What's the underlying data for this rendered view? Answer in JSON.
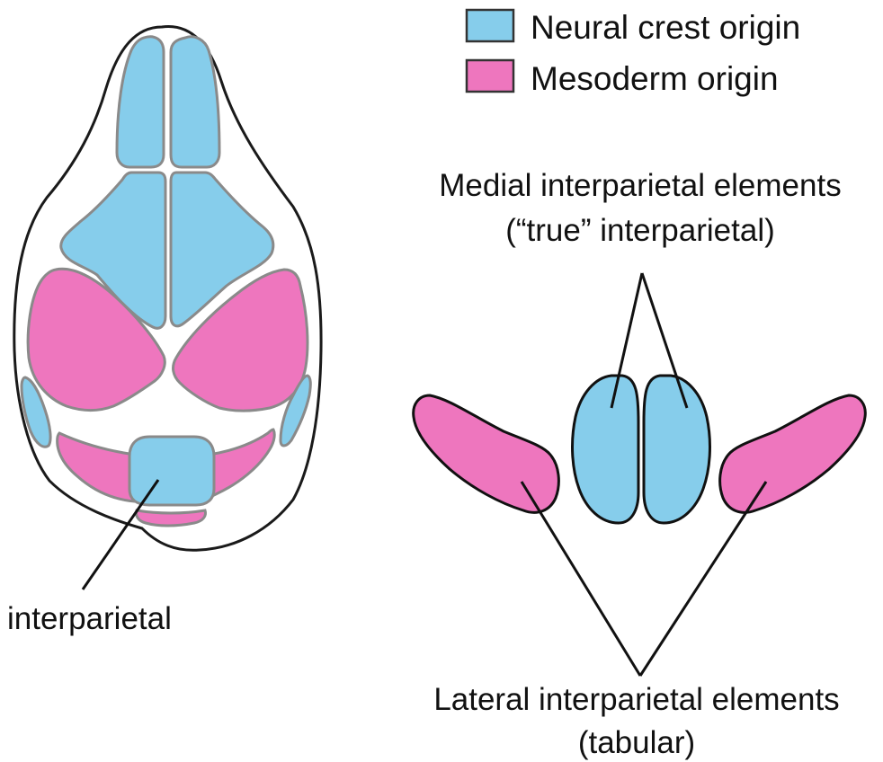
{
  "legend": {
    "items": [
      {
        "label": "Neural crest origin",
        "color": "#86CDEB"
      },
      {
        "label": "Mesoderm origin",
        "color": "#EE76BE"
      }
    ]
  },
  "labels": {
    "interparietal": "interparietal",
    "medial_line1": "Medial interparietal elements",
    "medial_line2": "(“true” interparietal)",
    "lateral_line1": "Lateral interparietal elements",
    "lateral_line2": "(tabular)"
  },
  "colors": {
    "neural_crest": "#86CDEB",
    "mesoderm": "#EE76BE",
    "skull_outline": "#1A1A1A",
    "bone_outline": "#8A8A8A",
    "detail_outline": "#111111"
  }
}
